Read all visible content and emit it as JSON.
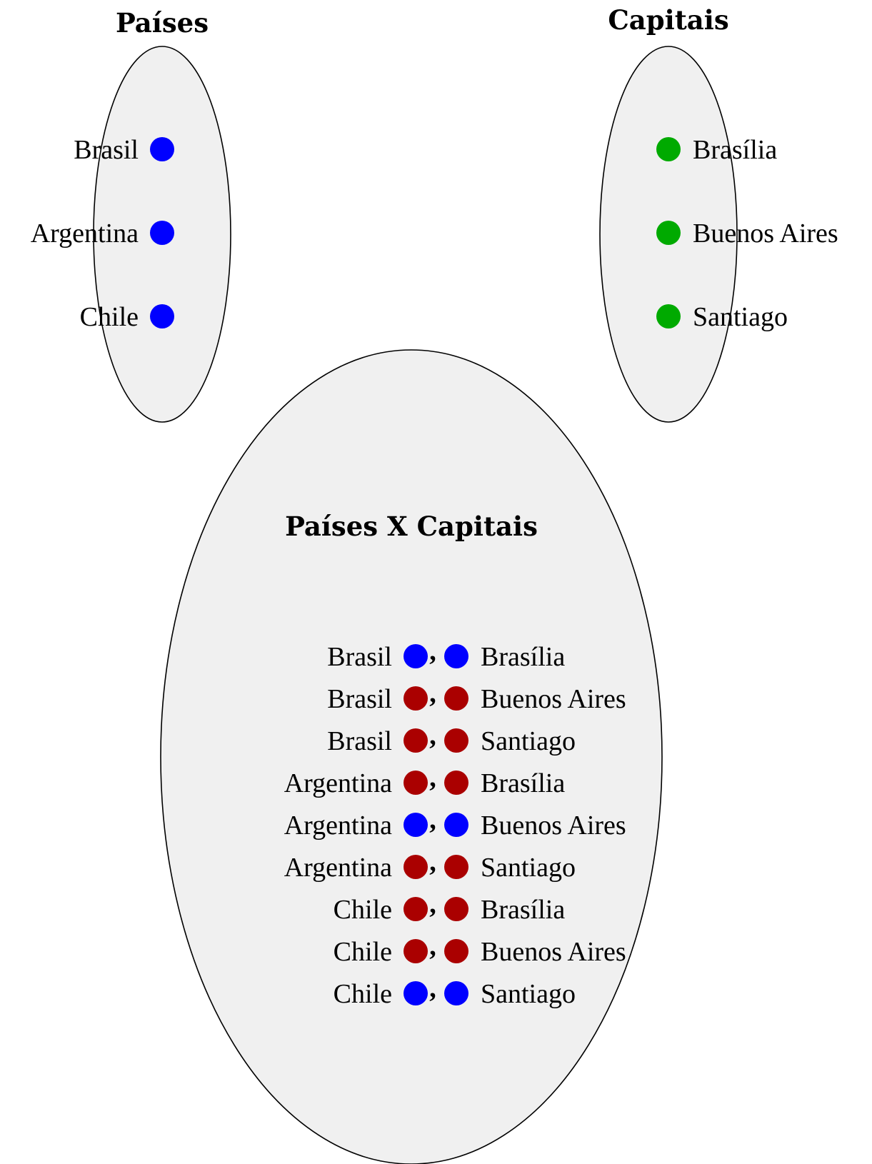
{
  "colors": {
    "set_fill": "#f0f0f0",
    "country_dot": "#0000ff",
    "capital_dot": "#00aa00",
    "pair_match": "#0000ff",
    "pair_nonmatch": "#aa0000"
  },
  "countries": {
    "title": "Países",
    "items": [
      "Brasil",
      "Argentina",
      "Chile"
    ]
  },
  "capitals": {
    "title": "Capitais",
    "items": [
      "Brasília",
      "Buenos Aires",
      "Santiago"
    ]
  },
  "product": {
    "title": "Países X Capitais",
    "separator": ",",
    "pairs": [
      {
        "country": "Brasil",
        "capital": "Brasília",
        "match": true
      },
      {
        "country": "Brasil",
        "capital": "Buenos Aires",
        "match": false
      },
      {
        "country": "Brasil",
        "capital": "Santiago",
        "match": false
      },
      {
        "country": "Argentina",
        "capital": "Brasília",
        "match": false
      },
      {
        "country": "Argentina",
        "capital": "Buenos Aires",
        "match": true
      },
      {
        "country": "Argentina",
        "capital": "Santiago",
        "match": false
      },
      {
        "country": "Chile",
        "capital": "Brasília",
        "match": false
      },
      {
        "country": "Chile",
        "capital": "Buenos Aires",
        "match": false
      },
      {
        "country": "Chile",
        "capital": "Santiago",
        "match": true
      }
    ]
  }
}
